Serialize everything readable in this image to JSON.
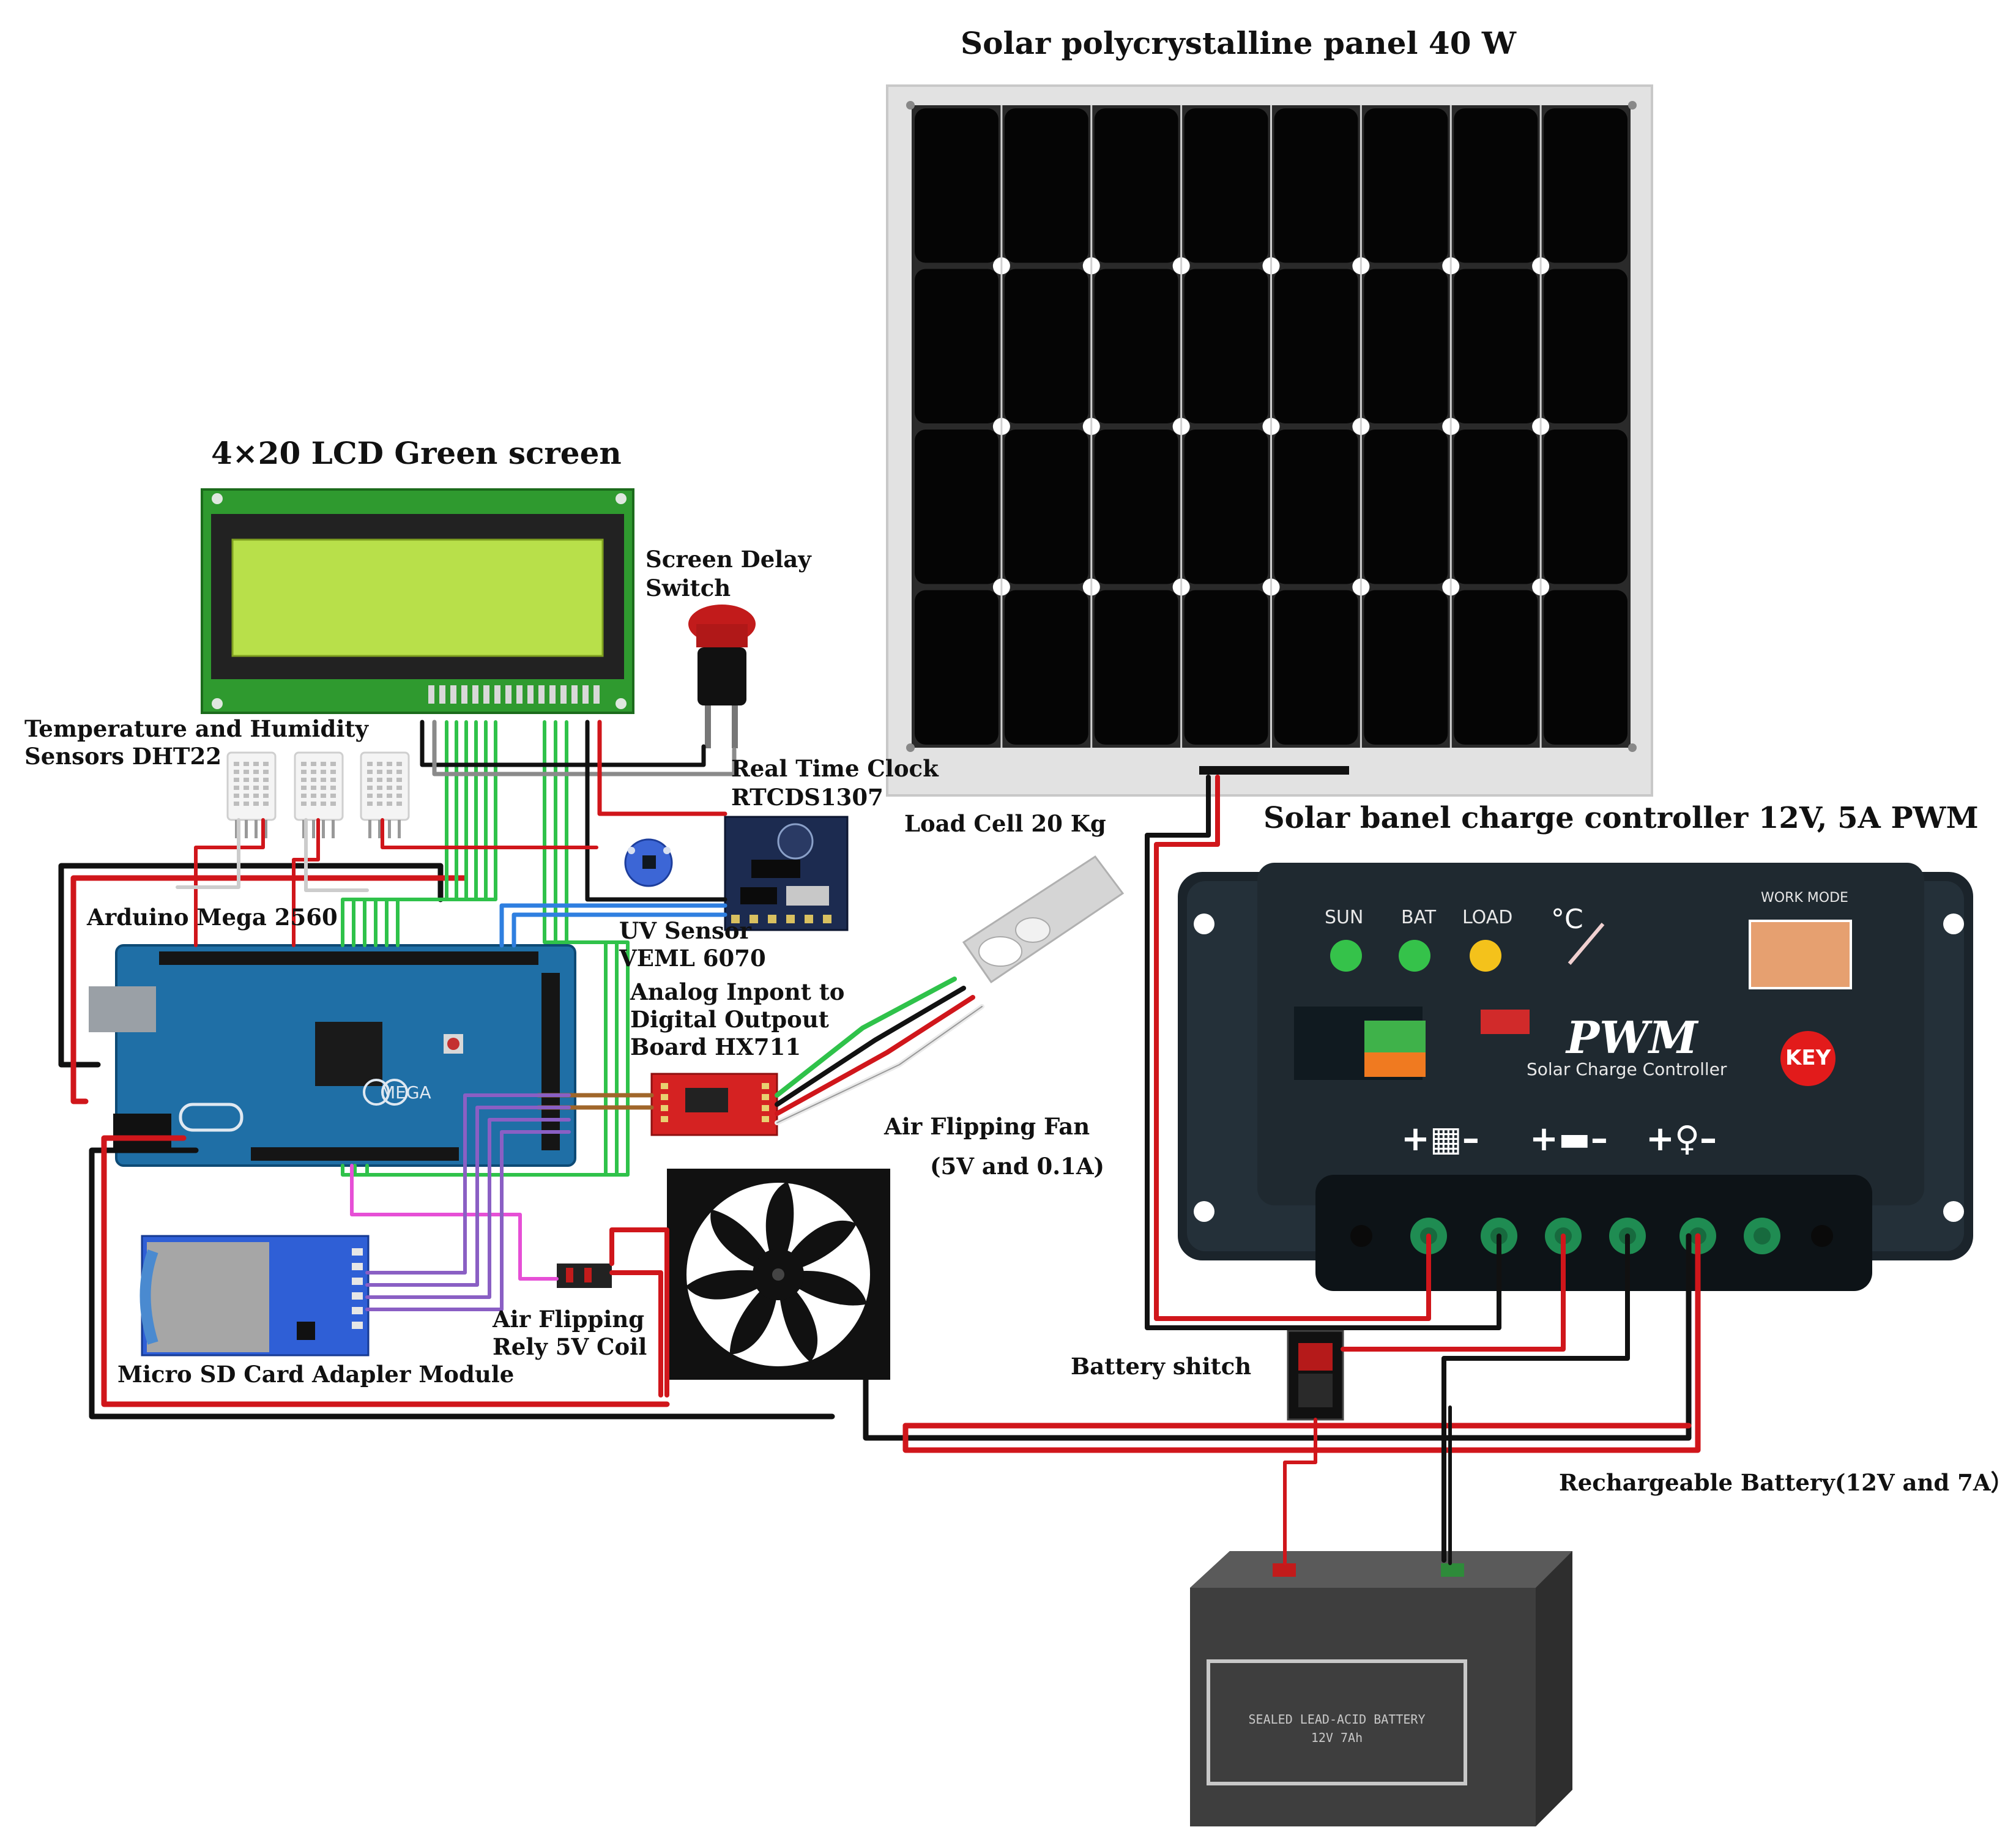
{
  "labels": {
    "solar_panel": "Solar polycrystalline panel 40 W",
    "lcd": "4×20 LCD Green screen",
    "screen_delay_switch": [
      "Screen Delay",
      "Switch"
    ],
    "dht22": [
      "Temperature and Humidity",
      "Sensors DHT22"
    ],
    "rtc": [
      "Real Time Clock",
      "RTCDS1307"
    ],
    "load_cell": "Load Cell 20 Kg",
    "charge_controller": "Solar banel charge controller 12V, 5A PWM",
    "arduino": "Arduino Mega 2560",
    "uv_sensor": [
      "UV Sensor",
      "VEML 6070"
    ],
    "hx711": [
      "Analog Inpont to",
      "Digital Outpout",
      "Board HX711"
    ],
    "fan": [
      "Air Flipping Fan",
      "(5V and 0.1A)"
    ],
    "relay": [
      "Air Flipping",
      "Rely 5V Coil"
    ],
    "sd_card": "Micro SD Card Adapler Module",
    "battery_switch": "Battery shitch",
    "battery": "Rechargeable Battery(12V and 7A）"
  },
  "controller_face": {
    "indicators": [
      "SUN",
      "BAT",
      "LOAD"
    ],
    "indicator_colors": [
      "#35c24a",
      "#35c24a",
      "#f4c21b"
    ],
    "temp_unit": "°C",
    "work_mode": "WORK MODE",
    "brand": "PWM",
    "subtitle": "Solar Charge Controller",
    "key": "KEY"
  },
  "board_texts": {
    "arduino_logo": "MEGA",
    "battery_plate": [
      "SEALED LEAD-ACID BATTERY",
      "12V 7Ah"
    ]
  },
  "colors": {
    "wire_red": "#d0161b",
    "wire_black": "#111111",
    "wire_green": "#2fc24a",
    "wire_blue": "#2f7fe0",
    "wire_magenta": "#e64fd6",
    "wire_purple": "#8a5fc4",
    "wire_brown": "#a0662a",
    "wire_gray": "#8a8a8a",
    "arduino_blue": "#1f6fa6",
    "lcd_green": "#b8e04a",
    "controller_body": "#243039"
  }
}
